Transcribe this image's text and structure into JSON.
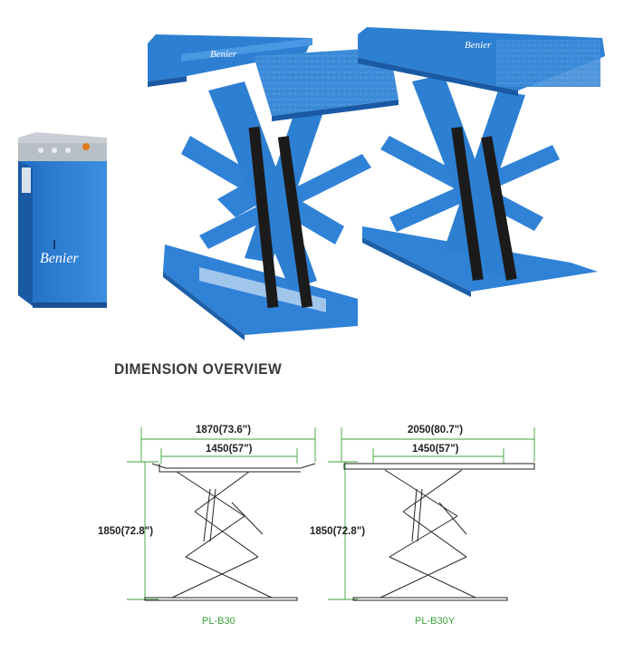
{
  "brand": {
    "name": "Benier"
  },
  "section_title": "DIMENSION OVERVIEW",
  "colors": {
    "lift_blue": "#2d7fd2",
    "lift_dark": "#1d5fa8",
    "dim_line_green": "#3aa33a",
    "cylinder_black": "#1b1b1b"
  },
  "diagrams": [
    {
      "model": "PL-B30",
      "overall_width": "1870(73.6\")",
      "platform_width": "1450(57\")",
      "height": "1850(72.8\")"
    },
    {
      "model": "PL-B30Y",
      "overall_width": "2050(80.7\")",
      "platform_width": "1450(57\")",
      "height": "1850(72.8\")"
    }
  ]
}
